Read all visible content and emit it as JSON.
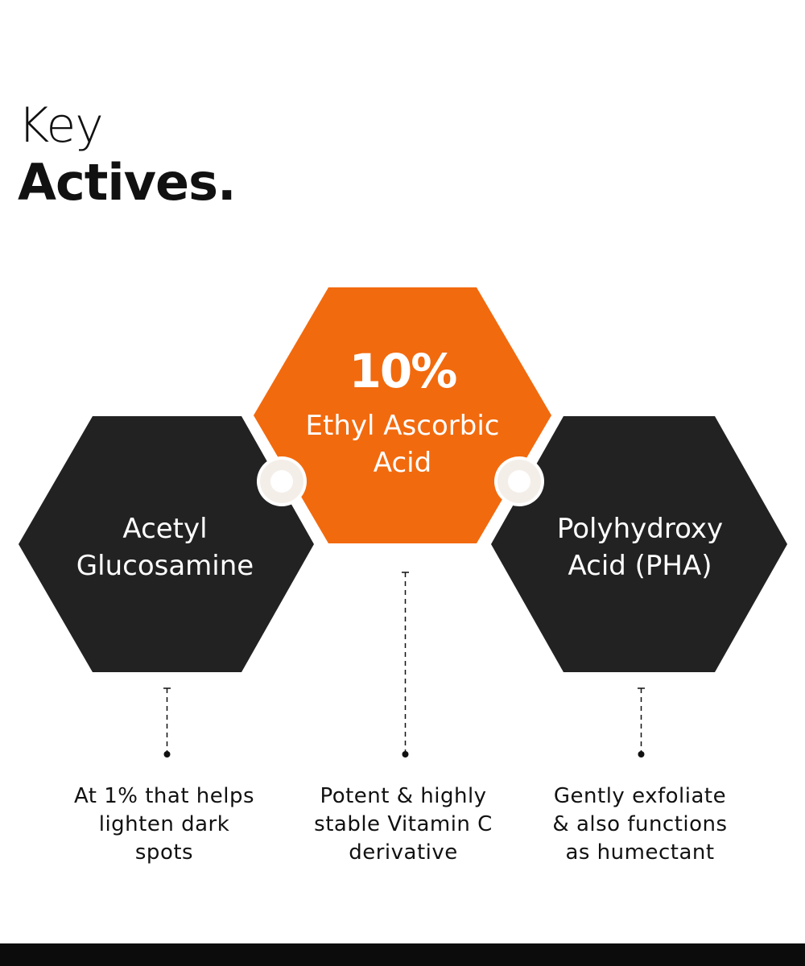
{
  "heading": {
    "line1": "Key",
    "line2": "Actives."
  },
  "actives": [
    {
      "name": "Acetyl Glucosamine",
      "name_line1": "Acetyl",
      "name_line2": "Glucosamine",
      "description_line1": "At 1% that helps",
      "description_line2": "lighten dark",
      "description_line3": "spots"
    },
    {
      "percent": "10%",
      "name_line1": "Ethyl Ascorbic",
      "name_line2": "Acid",
      "description_line1": "Potent & highly",
      "description_line2": "stable Vitamin C",
      "description_line3": "derivative"
    },
    {
      "name_line1": "Polyhydroxy",
      "name_line2": "Acid (PHA)",
      "description_line1": "Gently exfoliate",
      "description_line2": "& also functions",
      "description_line3": "as humectant"
    }
  ],
  "colors": {
    "orange": "#F26A0E",
    "dark": "#222222",
    "connector": "#F4EEE9",
    "text": "#111111",
    "background": "#FFFFFF"
  }
}
